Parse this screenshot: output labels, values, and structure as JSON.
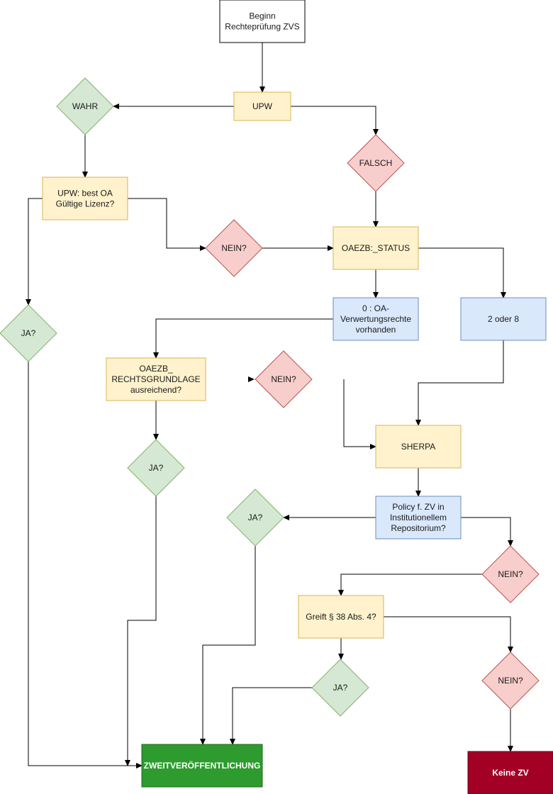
{
  "colors": {
    "neutral": "#ffffff",
    "process": "#fff2cc",
    "process_border": "#d6b656",
    "decision_true": "#d5e8d4",
    "decision_true_border": "#82b366",
    "decision_false": "#f8cecc",
    "decision_false_border": "#b85450",
    "info": "#dae8fc",
    "info_border": "#6c8ebf",
    "result_ok": "#2d9b2d",
    "result_no": "#a20025"
  },
  "nodes": {
    "start": {
      "lines": [
        "Beginn",
        "Rechteprüfung ZVS"
      ]
    },
    "upw": {
      "lines": [
        "UPW"
      ]
    },
    "wahr": {
      "lines": [
        "WAHR"
      ]
    },
    "falsch": {
      "lines": [
        "FALSCH"
      ]
    },
    "upw_best_oa": {
      "lines": [
        "UPW: best OA",
        "Gültige Lizenz?"
      ]
    },
    "nein_lizenz": {
      "lines": [
        "NEIN?"
      ]
    },
    "oaezb_status": {
      "lines": [
        "OAEZB:_STATUS"
      ]
    },
    "ja_lizenz": {
      "lines": [
        "JA?"
      ]
    },
    "status_0": {
      "lines": [
        "0 : OA-",
        "Verwertungsrechte",
        "vorhanden"
      ]
    },
    "status_2_8": {
      "lines": [
        "2 oder 8"
      ]
    },
    "rechtsgrundlage": {
      "lines": [
        "OAEZB_",
        "RECHTSGRUNDLAGE",
        "ausreichend?"
      ]
    },
    "nein_rechtsgrundlage": {
      "lines": [
        "NEIN?"
      ]
    },
    "ja_rechtsgrundlage": {
      "lines": [
        "JA?"
      ]
    },
    "sherpa": {
      "lines": [
        "SHERPA"
      ]
    },
    "policy": {
      "lines": [
        "Policy f. ZV in",
        "Institutionellem",
        "Repositorium?"
      ]
    },
    "ja_policy": {
      "lines": [
        "JA?"
      ]
    },
    "nein_policy": {
      "lines": [
        "NEIN?"
      ]
    },
    "paragraph": {
      "lines": [
        "Greift § 38 Abs. 4?"
      ]
    },
    "ja_paragraph": {
      "lines": [
        "JA?"
      ]
    },
    "nein_paragraph": {
      "lines": [
        "NEIN?"
      ]
    },
    "zweitveroeffentlichung": {
      "lines": [
        "ZWEITVERÖFFENTLICHUNG"
      ]
    },
    "keine_zv": {
      "lines": [
        "Keine ZV"
      ]
    }
  }
}
